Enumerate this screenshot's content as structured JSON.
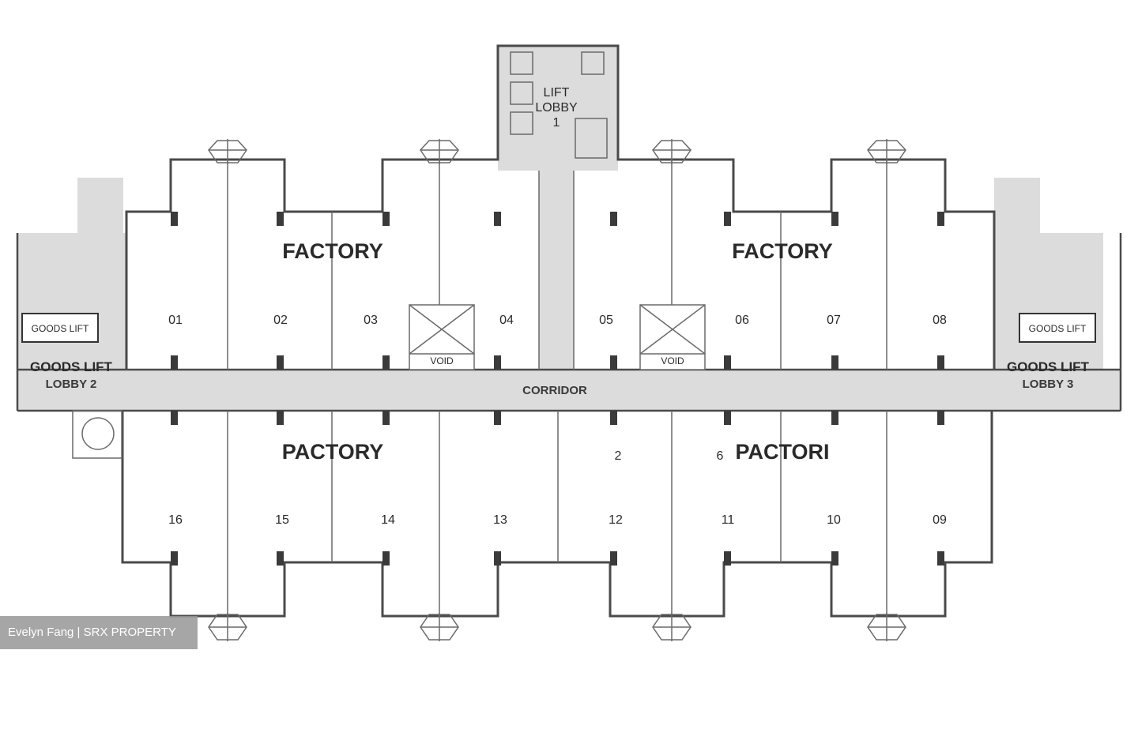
{
  "labels": {
    "factory_top_left": "FACTORY",
    "factory_top_right": "FACTORY",
    "factory_bottom_left": "PACTORY",
    "factory_bottom_right": "PACTORI",
    "lift_lobby_1_a": "LIFT",
    "lift_lobby_1_b": "LOBBY",
    "lift_lobby_1_c": "1",
    "goods_lift_left": "GOODS LIFT",
    "goods_lift_right": "GOODS LIFT",
    "goods_lift_lobby_left_a": "GOODS LIFT",
    "goods_lift_lobby_left_b": "LOBBY 2",
    "goods_lift_lobby_right_a": "GOODS LIFT",
    "goods_lift_lobby_right_b": "LOBBY 3",
    "corridor": "CORRIDOR",
    "void_left": "VOID",
    "void_right": "VOID",
    "stray_2": "2",
    "stray_6": "6"
  },
  "units_top": [
    "01",
    "02",
    "03",
    "04",
    "05",
    "06",
    "07",
    "08"
  ],
  "units_bottom": [
    "16",
    "15",
    "14",
    "13",
    "12",
    "11",
    "10",
    "09"
  ],
  "watermark": "Evelyn Fang | SRX PROPERTY"
}
